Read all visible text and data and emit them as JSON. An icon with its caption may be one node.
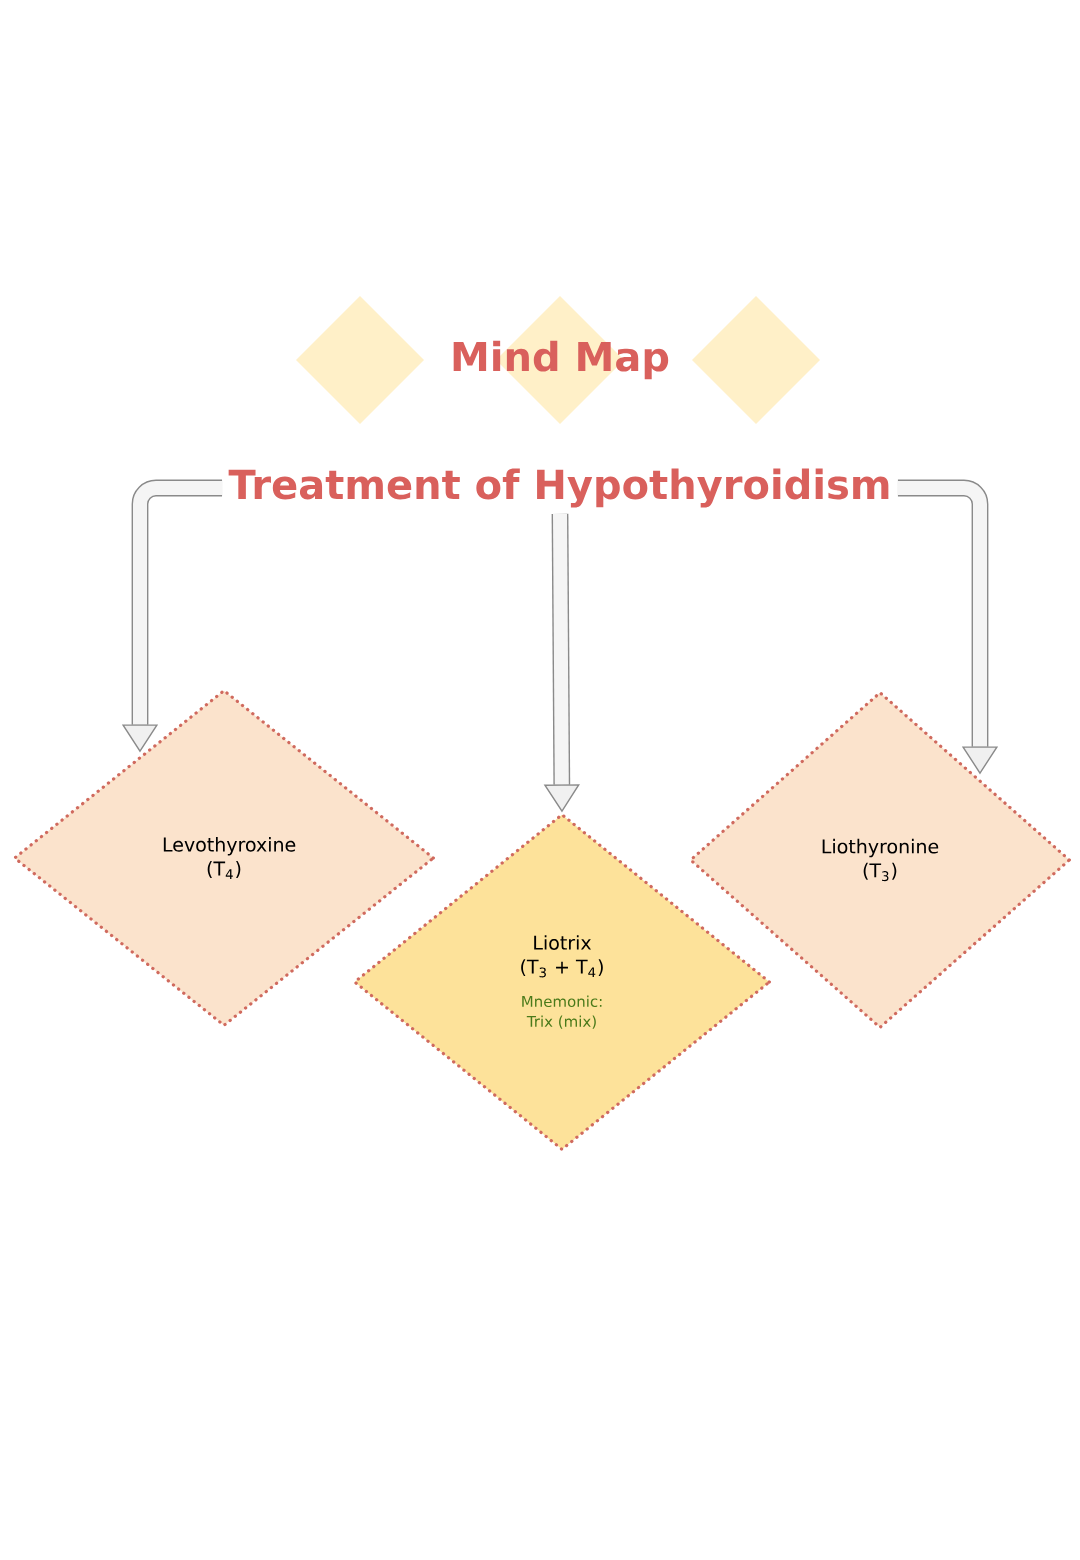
{
  "diagram": {
    "title": "Mind Map",
    "nodes": [
      {
        "text": [
          "Treatment of Hypothyroidism"
        ]
      },
      {
        "text": [
          "Levothyroxine (T$_{4}$)"
        ]
      },
      {
        "text": [
          "Liotrix (T$_{3}$ + T$_{4}$)",
          "Mnemonic: Trix (mix)"
        ]
      },
      {
        "text": [
          "Liothyronine (T$_{3}$)"
        ]
      }
    ],
    "edges": [
      {
        "from": 0,
        "to": 1,
        "arrow": "to"
      },
      {
        "from": 0,
        "to": 2,
        "arrow": "to"
      },
      {
        "from": 0,
        "to": 3,
        "arrow": "to"
      }
    ]
  }
}
